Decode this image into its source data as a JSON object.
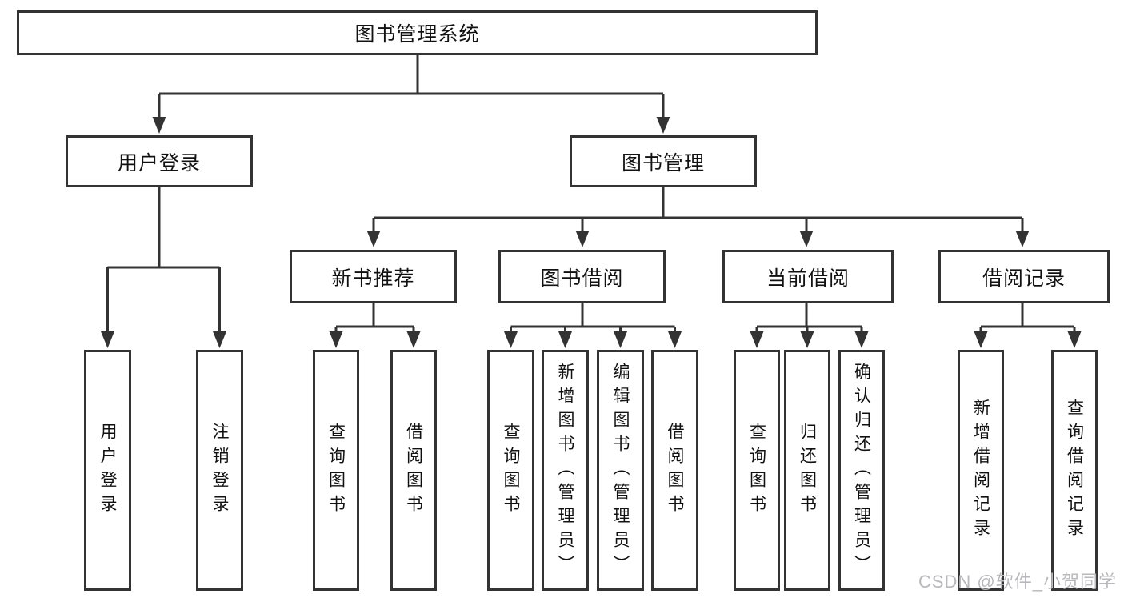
{
  "diagram": {
    "tree": {
      "label": "图书管理系统",
      "children": [
        {
          "label": "用户登录",
          "children": [
            {
              "label": "用户登录"
            },
            {
              "label": "注销登录"
            }
          ]
        },
        {
          "label": "图书管理",
          "children": [
            {
              "label": "新书推荐",
              "children": [
                {
                  "label": "查询图书"
                },
                {
                  "label": "借阅图书"
                }
              ]
            },
            {
              "label": "图书借阅",
              "children": [
                {
                  "label": "查询图书"
                },
                {
                  "label": "新增图书（管理员）"
                },
                {
                  "label": "编辑图书（管理员）"
                },
                {
                  "label": "借阅图书"
                }
              ]
            },
            {
              "label": "当前借阅",
              "children": [
                {
                  "label": "查询图书"
                },
                {
                  "label": "归还图书"
                },
                {
                  "label": "确认归还（管理员）"
                }
              ]
            },
            {
              "label": "借阅记录",
              "children": [
                {
                  "label": "新增借阅记录"
                },
                {
                  "label": "查询借阅记录"
                }
              ]
            }
          ]
        }
      ]
    },
    "watermark": {
      "text": "CSDN @软件_小贺同学",
      "color": "#b8b8bd"
    },
    "colors": {
      "line": "#333333",
      "text": "#111111",
      "background": "#ffffff"
    }
  }
}
